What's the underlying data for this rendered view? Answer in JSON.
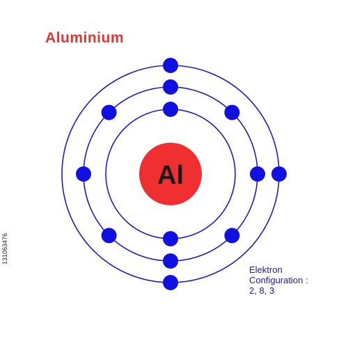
{
  "title": "Aluminium",
  "nucleus": {
    "symbol": "Al",
    "color": "#f03030"
  },
  "shells": {
    "stroke": "#1a1ad0",
    "electron_color": "#1010e0",
    "electrons": [
      2,
      8,
      3
    ]
  },
  "configuration": {
    "line1": "Elektron",
    "line2": "Configuration :",
    "line3": "2, 8, 3"
  },
  "stock_code": "131063476"
}
